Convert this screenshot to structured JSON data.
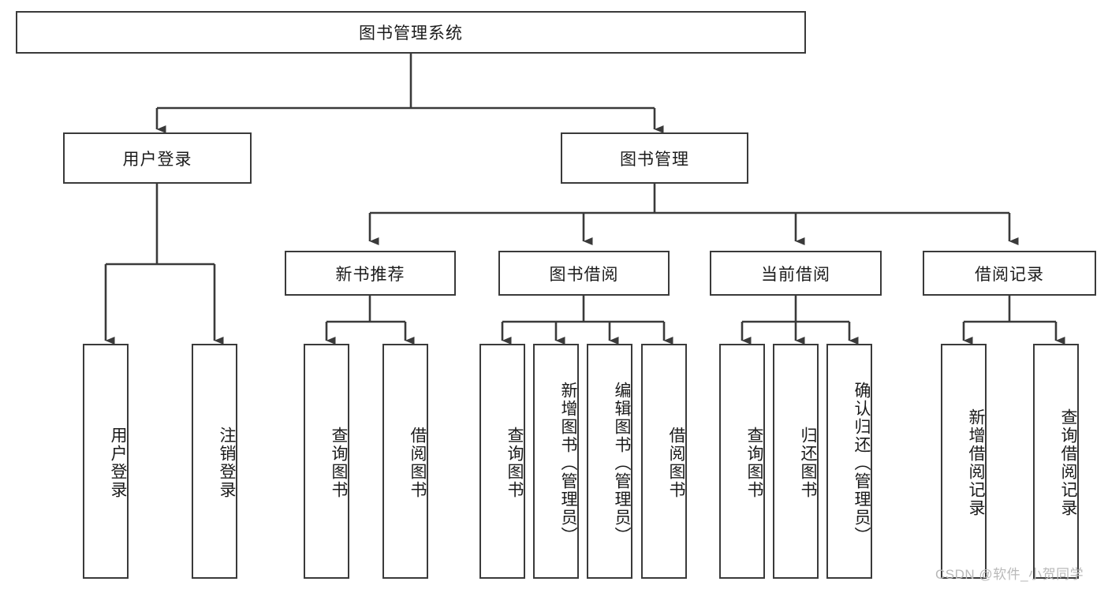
{
  "diagram": {
    "title": "图书管理系统",
    "watermark": "CSDN @软件_小贺同学",
    "stroke_color": "#3a3a3a",
    "background_color": "#ffffff",
    "text_color": "#1b1b1b",
    "watermark_color": "#b9b9b9",
    "type": "tree",
    "orientation": "top-down"
  },
  "nodes": {
    "root": {
      "label": "图书管理系统",
      "level": 0
    },
    "l1": [
      {
        "id": "user_login",
        "label": "用户登录",
        "level": 1
      },
      {
        "id": "book_mgmt",
        "label": "图书管理",
        "level": 1
      }
    ],
    "l2": [
      {
        "id": "new_book_rec",
        "label": "新书推荐",
        "level": 2,
        "parent": "book_mgmt"
      },
      {
        "id": "book_borrow",
        "label": "图书借阅",
        "level": 2,
        "parent": "book_mgmt"
      },
      {
        "id": "current_borrow",
        "label": "当前借阅",
        "level": 2,
        "parent": "book_mgmt"
      },
      {
        "id": "borrow_record",
        "label": "借阅记录",
        "level": 2,
        "parent": "book_mgmt"
      }
    ],
    "leaves": [
      {
        "id": "leaf_user_login",
        "label": "用户登录",
        "parent": "user_login"
      },
      {
        "id": "leaf_user_logout",
        "label": "注销登录",
        "parent": "user_login"
      },
      {
        "id": "leaf_query_book_1",
        "label": "查询图书",
        "parent": "new_book_rec"
      },
      {
        "id": "leaf_borrow_book_1",
        "label": "借阅图书",
        "parent": "new_book_rec"
      },
      {
        "id": "leaf_query_book_2",
        "label": "查询图书",
        "parent": "book_borrow"
      },
      {
        "id": "leaf_add_book",
        "label": "新增图书（管理员）",
        "parent": "book_borrow"
      },
      {
        "id": "leaf_edit_book",
        "label": "编辑图书（管理员）",
        "parent": "book_borrow"
      },
      {
        "id": "leaf_borrow_book_2",
        "label": "借阅图书",
        "parent": "book_borrow"
      },
      {
        "id": "leaf_query_book_3",
        "label": "查询图书",
        "parent": "current_borrow"
      },
      {
        "id": "leaf_return_book",
        "label": "归还图书",
        "parent": "current_borrow"
      },
      {
        "id": "leaf_confirm_return",
        "label": "确认归还（管理员）",
        "parent": "current_borrow"
      },
      {
        "id": "leaf_add_record",
        "label": "新增借阅记录",
        "parent": "borrow_record"
      },
      {
        "id": "leaf_query_record",
        "label": "查询借阅记录",
        "parent": "borrow_record"
      }
    ]
  }
}
